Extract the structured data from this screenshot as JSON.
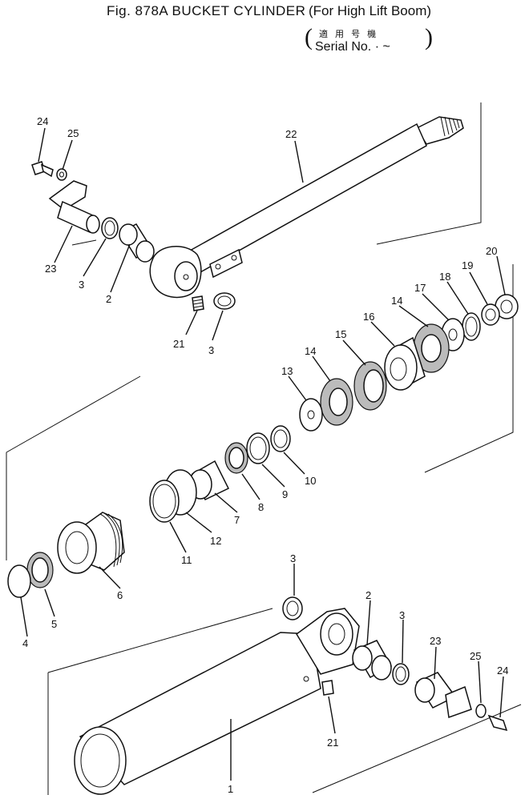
{
  "header": {
    "title": "Fig. 878A BUCKET CYLINDER",
    "subtitle": "(For High Lift Boom)",
    "serial_jp": "適 用 号 機",
    "serial_label": "Serial No.  · ~"
  },
  "callouts": [
    {
      "id": "c24a",
      "label": "24"
    },
    {
      "id": "c25a",
      "label": "25"
    },
    {
      "id": "c22",
      "label": "22"
    },
    {
      "id": "c23a",
      "label": "23"
    },
    {
      "id": "c3a",
      "label": "3"
    },
    {
      "id": "c2a",
      "label": "2"
    },
    {
      "id": "c21a",
      "label": "21"
    },
    {
      "id": "c3b",
      "label": "3"
    },
    {
      "id": "c20",
      "label": "20"
    },
    {
      "id": "c19",
      "label": "19"
    },
    {
      "id": "c18",
      "label": "18"
    },
    {
      "id": "c17",
      "label": "17"
    },
    {
      "id": "c14a",
      "label": "14"
    },
    {
      "id": "c16",
      "label": "16"
    },
    {
      "id": "c15",
      "label": "15"
    },
    {
      "id": "c14b",
      "label": "14"
    },
    {
      "id": "c13",
      "label": "13"
    },
    {
      "id": "c10",
      "label": "10"
    },
    {
      "id": "c9",
      "label": "9"
    },
    {
      "id": "c8",
      "label": "8"
    },
    {
      "id": "c7",
      "label": "7"
    },
    {
      "id": "c12",
      "label": "12"
    },
    {
      "id": "c11",
      "label": "11"
    },
    {
      "id": "c6",
      "label": "6"
    },
    {
      "id": "c5",
      "label": "5"
    },
    {
      "id": "c4",
      "label": "4"
    },
    {
      "id": "c3c",
      "label": "3"
    },
    {
      "id": "c2b",
      "label": "2"
    },
    {
      "id": "c3d",
      "label": "3"
    },
    {
      "id": "c23b",
      "label": "23"
    },
    {
      "id": "c25b",
      "label": "25"
    },
    {
      "id": "c24b",
      "label": "24"
    },
    {
      "id": "c21b",
      "label": "21"
    },
    {
      "id": "c1",
      "label": "1"
    }
  ]
}
